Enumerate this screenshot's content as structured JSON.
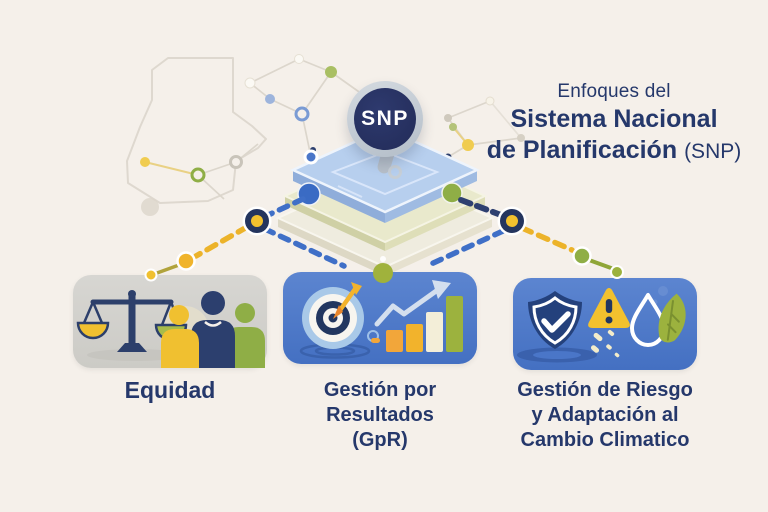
{
  "canvas": {
    "background": "#f5f0ea"
  },
  "badge": {
    "label": "SNP",
    "circle_color": "#252f5e",
    "ring_color": "#c3cbd3",
    "text_color": "#ffffff"
  },
  "title": {
    "line1": "Enfoques del",
    "line2": "Sistema Nacional",
    "line3_bold": "de Planificación",
    "line3_regular": "(SNP)",
    "color": "#25386b"
  },
  "platform": {
    "name": "planning-platform-layers",
    "layer_colors": [
      "#b7cfee",
      "#e9e9cc",
      "#efecdf"
    ]
  },
  "map": {
    "name": "guatemala-outline",
    "stroke": "#ded8cf"
  },
  "network": {
    "line_color": "#dcd6cc",
    "node_colors": {
      "blue": "#4a76c8",
      "green": "#8fae46",
      "yellow": "#f0c850",
      "white": "#fbf9f4",
      "gray": "#cfc9bd"
    }
  },
  "connectors": {
    "dash_blue": "#3f6fc7",
    "dash_navy": "#2e4070",
    "dash_yellow": "#ecb32a",
    "line_olive": "#a8a23e",
    "ring_node_outer": "#24355e",
    "ring_node_center": "#f2c12e"
  },
  "cards": [
    {
      "id": "equidad",
      "background": "#d2d1cd",
      "icons": [
        "scales-of-justice",
        "people-group"
      ],
      "lines": [
        "Equidad"
      ]
    },
    {
      "id": "gpr",
      "background": "#4a76c8",
      "icons": [
        "target-with-arrow",
        "rising-bar-chart",
        "trend-arrow"
      ],
      "lines": [
        "Gestión por Resultados",
        "(GpR)"
      ]
    },
    {
      "id": "riesgo",
      "background": "#4a76c8",
      "icons": [
        "shield-checkmark",
        "warning-triangle",
        "water-drop-leaf"
      ],
      "lines": [
        "Gestión de Riesgo",
        "y Adaptación al",
        "Cambio Climatico"
      ]
    }
  ],
  "label_color": "#25386b"
}
